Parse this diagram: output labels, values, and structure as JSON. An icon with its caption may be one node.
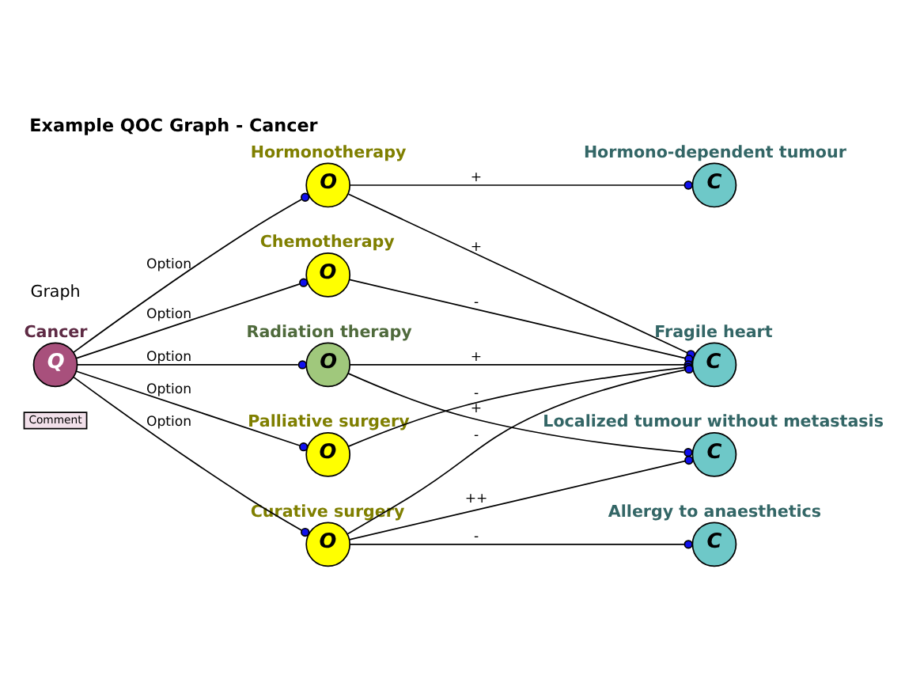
{
  "diagram": {
    "title": "Example QOC Graph - Cancer",
    "nodes": [
      {
        "text": [
          "Cancer",
          "Q"
        ],
        "beside": [
          "Comment"
        ]
      },
      {
        "text": [
          "Hormonotherapy",
          "O"
        ]
      },
      {
        "text": [
          "Chemotherapy",
          "O"
        ]
      },
      {
        "text": [
          "Radiation therapy",
          "O"
        ]
      },
      {
        "text": [
          "Palliative surgery",
          "O"
        ]
      },
      {
        "text": [
          "Curative surgery",
          "O"
        ]
      },
      {
        "text": [
          "Hormono-dependent tumour",
          "C"
        ]
      },
      {
        "text": [
          "Fragile heart",
          "C"
        ]
      },
      {
        "text": [
          "Localized tumour without metastasis",
          "C"
        ]
      },
      {
        "text": [
          "Allergy to anaesthetics",
          "C"
        ]
      }
    ],
    "edges": [
      {
        "from": 0,
        "to": 1,
        "arrow": "other",
        "label": "Option"
      },
      {
        "from": 0,
        "to": 2,
        "arrow": "other",
        "label": "Option"
      },
      {
        "from": 0,
        "to": 3,
        "arrow": "other",
        "label": "Option"
      },
      {
        "from": 0,
        "to": 4,
        "arrow": "other",
        "label": "Option"
      },
      {
        "from": 0,
        "to": 5,
        "arrow": "other",
        "label": "Option"
      },
      {
        "from": 1,
        "to": 6,
        "arrow": "other",
        "label": "+"
      },
      {
        "from": 1,
        "to": 7,
        "arrow": "other",
        "label": "+"
      },
      {
        "from": 2,
        "to": 7,
        "arrow": "other",
        "label": "-"
      },
      {
        "from": 3,
        "to": 7,
        "arrow": "other",
        "label": "+"
      },
      {
        "from": 3,
        "to": 8,
        "arrow": "other",
        "label": "+"
      },
      {
        "from": 4,
        "to": 7,
        "arrow": "other",
        "label": "-"
      },
      {
        "from": 5,
        "to": 7,
        "arrow": "other",
        "label": "-"
      },
      {
        "from": 5,
        "to": 8,
        "arrow": "other",
        "label": "++"
      },
      {
        "from": 5,
        "to": 9,
        "arrow": "other",
        "label": "-"
      }
    ],
    "labels": [
      "Graph"
    ]
  }
}
